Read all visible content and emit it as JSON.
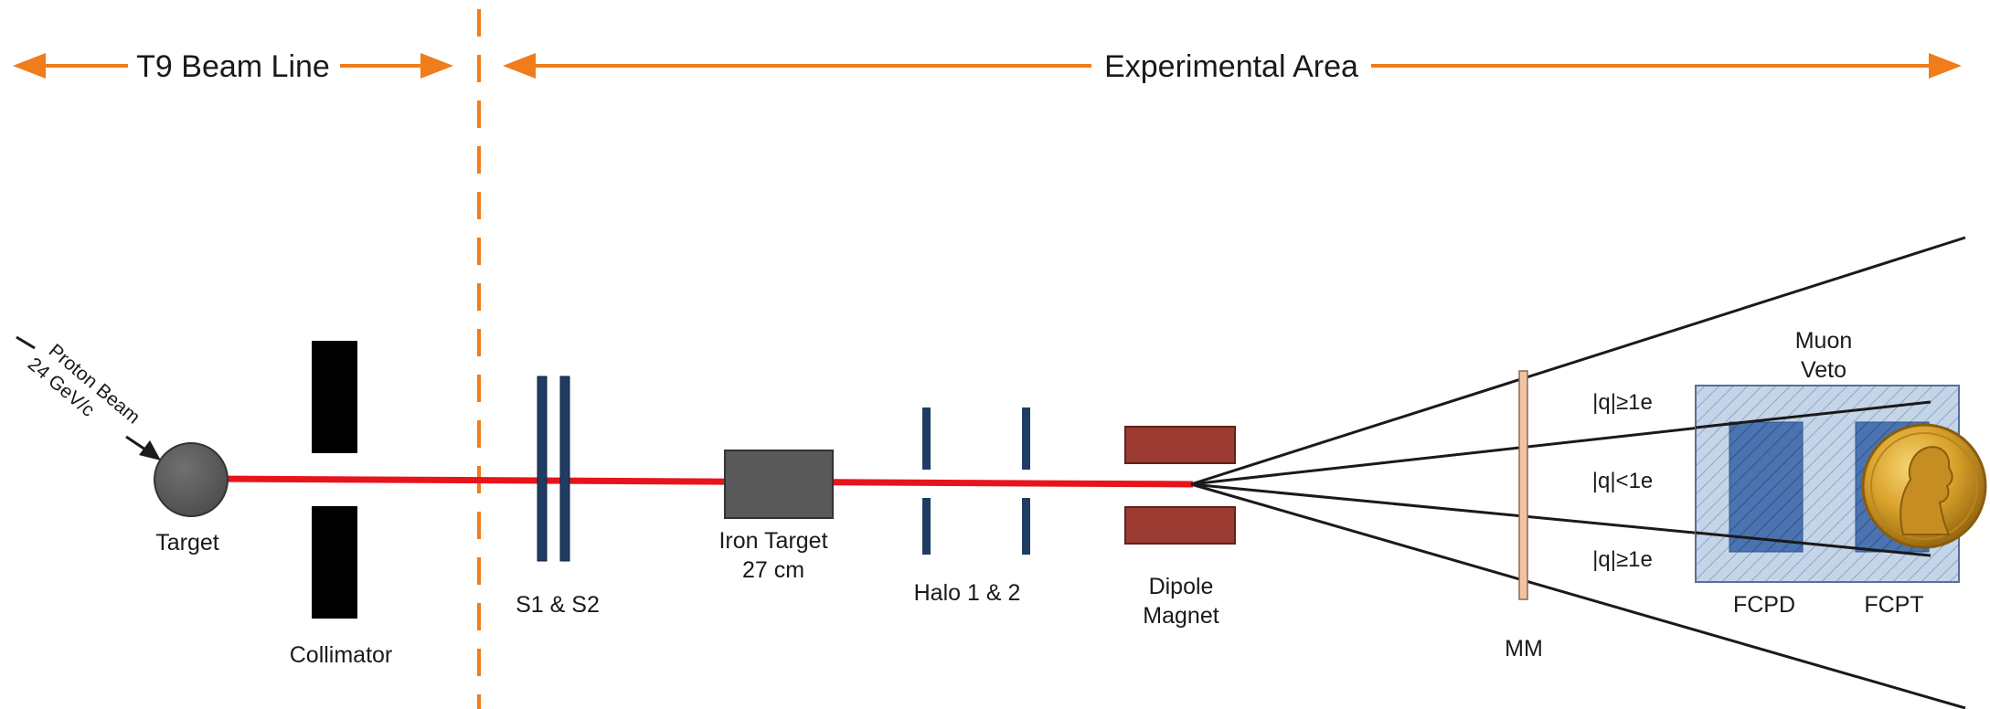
{
  "regions": {
    "beam_line": "T9 Beam Line",
    "experimental_area": "Experimental Area"
  },
  "incoming_beam": {
    "line1": "Proton Beam",
    "line2": "24 GeV/c"
  },
  "components": {
    "target": "Target",
    "collimator": "Collimator",
    "scintillators": "S1 & S2",
    "iron_target_line1": "Iron Target",
    "iron_target_line2": "27 cm",
    "halo": "Halo 1 & 2",
    "dipole_line1": "Dipole",
    "dipole_line2": "Magnet",
    "mm": "MM",
    "muon_veto_line1": "Muon",
    "muon_veto_line2": "Veto",
    "fcpd": "FCPD",
    "fcpt": "FCPT"
  },
  "charge_regions": {
    "upper": "|q|≥1e",
    "middle": "|q|<1e",
    "lower": "|q|≥1e"
  },
  "colors": {
    "region_arrows": "#f07c1c",
    "divider": "#f07c1c",
    "beam": "#e8141c",
    "target": "#595959",
    "collimator": "#000000",
    "scintillator": "#1f3c63",
    "iron_target": "#595959",
    "dipole": "#9c3b32",
    "mm": "#f2c3a0",
    "veto_fill": "#c5d5e8",
    "detector_fill": "#4a73b0",
    "medal": "#d9a12b"
  },
  "medal_icon": "nobel-medal-icon"
}
